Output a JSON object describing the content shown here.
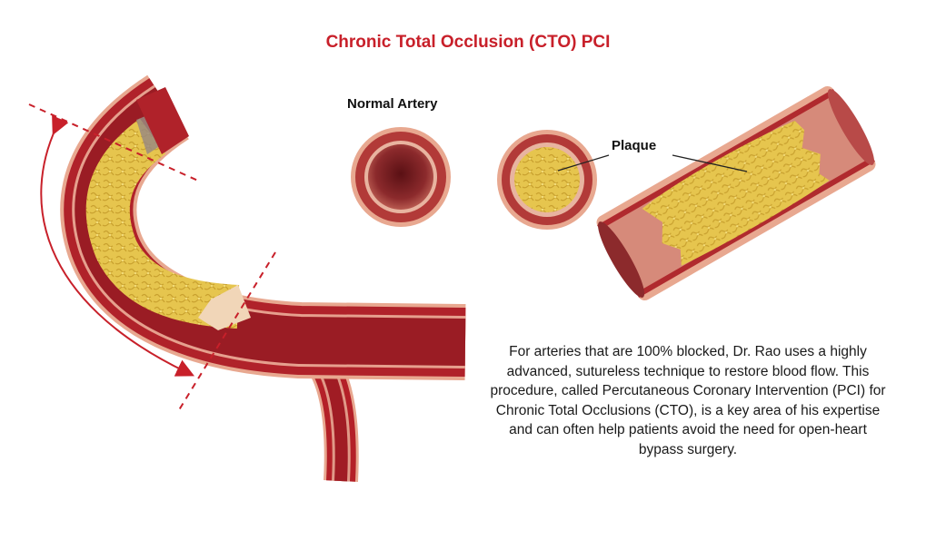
{
  "title": "Chronic Total Occlusion (CTO) PCI",
  "labels": {
    "normal_artery": "Normal Artery",
    "plaque": "Plaque"
  },
  "description": "For arteries that are 100% blocked, Dr. Rao uses a highly advanced, sutureless technique to restore blood flow. This procedure, called Percutaneous Coronary Intervention (PCI) for Chronic Total Occlusions (CTO), is a key area of his expertise and can often help patients avoid the need for open-heart bypass surgery.",
  "colors": {
    "title_red": "#c8202a",
    "artery_outer": "#e8a890",
    "artery_wall": "#a8202a",
    "lumen": "#8c1c22",
    "plaque": "#e4c34a",
    "arrow_red": "#c8202a"
  }
}
